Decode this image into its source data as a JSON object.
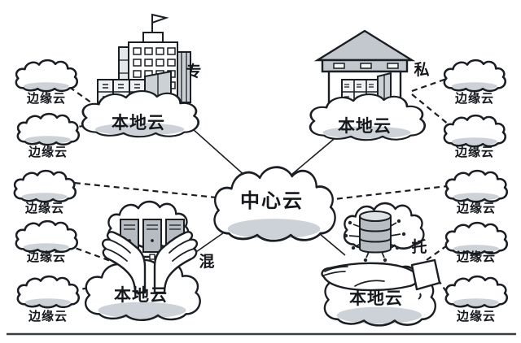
{
  "diagram": {
    "center": {
      "label": "中心云"
    },
    "local_clouds": {
      "top_left": {
        "label": "本地云",
        "tag": "专",
        "icon": "city-buildings-icon"
      },
      "top_right": {
        "label": "本地云",
        "tag": "私",
        "icon": "datacenter-house-icon"
      },
      "bottom_left": {
        "label": "本地云",
        "tag": "混",
        "icon": "hands-holding-servers-icon"
      },
      "bottom_right": {
        "label": "本地云",
        "tag": "托",
        "icon": "hand-hosting-database-icon"
      }
    },
    "edge_left": [
      {
        "label": "边缘云"
      },
      {
        "label": "边缘云"
      },
      {
        "label": "边缘云"
      },
      {
        "label": "边缘云"
      },
      {
        "label": "边缘云"
      }
    ],
    "edge_right": [
      {
        "label": "边缘云"
      },
      {
        "label": "边缘云"
      },
      {
        "label": "边缘云"
      },
      {
        "label": "边缘云"
      },
      {
        "label": "边缘云"
      }
    ],
    "colors": {
      "line": "#1b1f24",
      "cloud_shadow": "#ccd2d7",
      "fill_light": "#eef0f2",
      "fill_mid": "#c6cbd0",
      "fill_dark": "#b6bcc2",
      "background": "#ffffff"
    }
  }
}
